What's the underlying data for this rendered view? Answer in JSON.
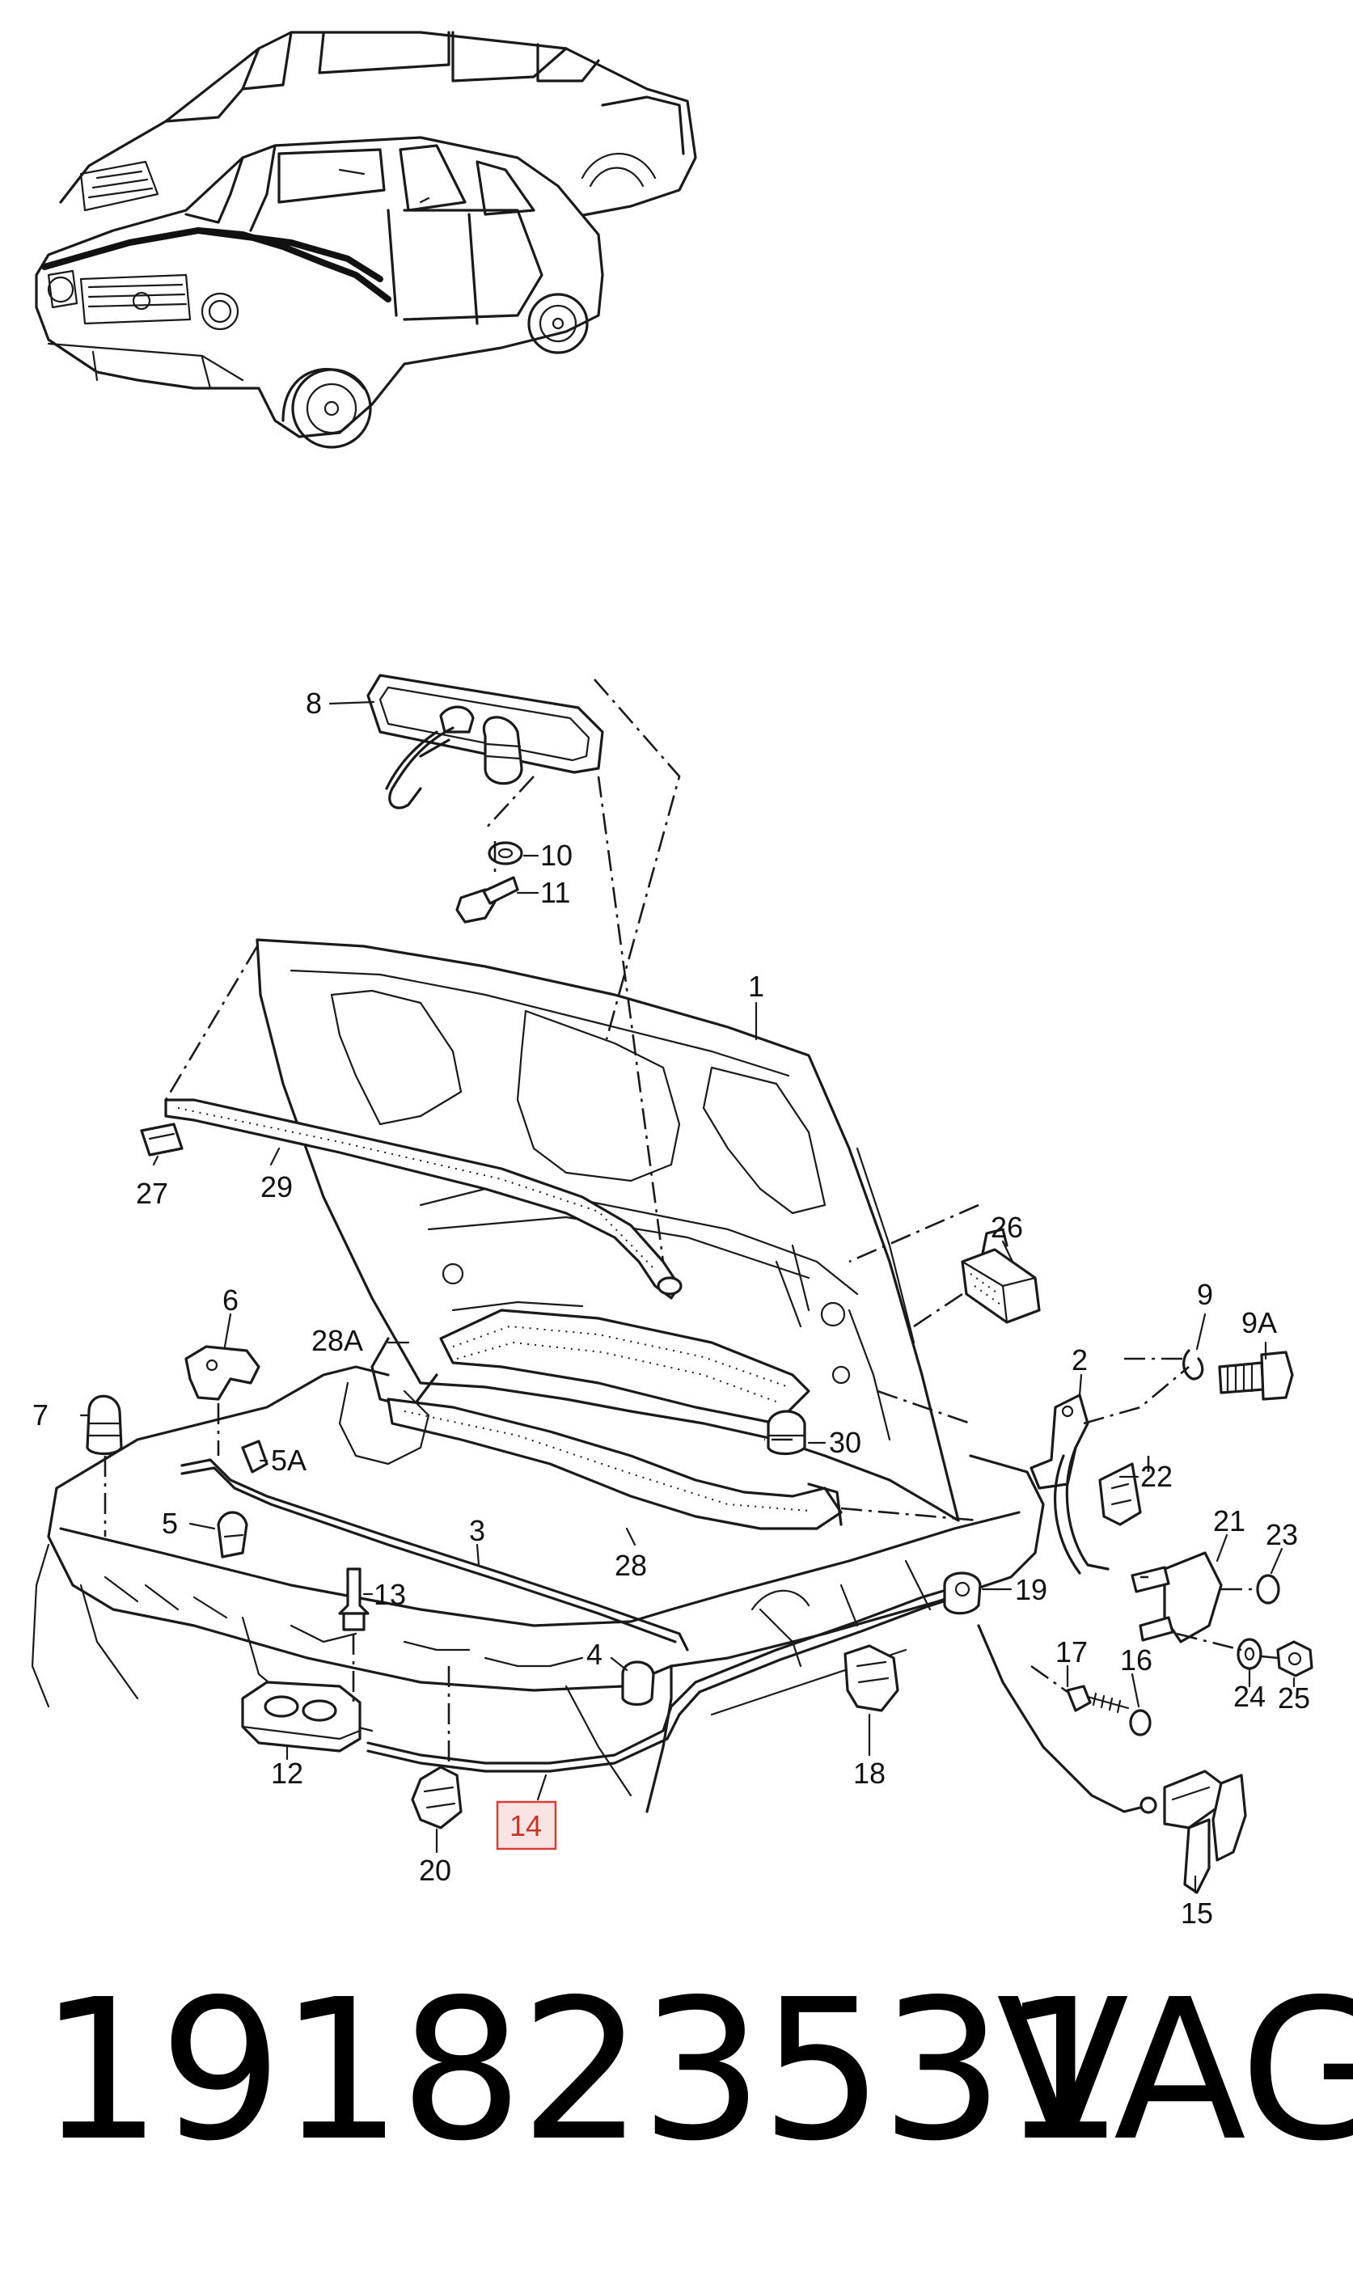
{
  "diagram": {
    "callouts": [
      "1",
      "2",
      "3",
      "4",
      "5",
      "5A",
      "6",
      "7",
      "8",
      "9",
      "9A",
      "10",
      "11",
      "12",
      "13",
      "14",
      "15",
      "16",
      "17",
      "18",
      "19",
      "20",
      "21",
      "22",
      "23",
      "24",
      "25",
      "26",
      "27",
      "28",
      "28A",
      "29",
      "30"
    ],
    "highlighted_callout": "14",
    "highlight_color": "#d93a3a"
  },
  "footer": {
    "part_number": "191823531",
    "brand": "VAG"
  }
}
